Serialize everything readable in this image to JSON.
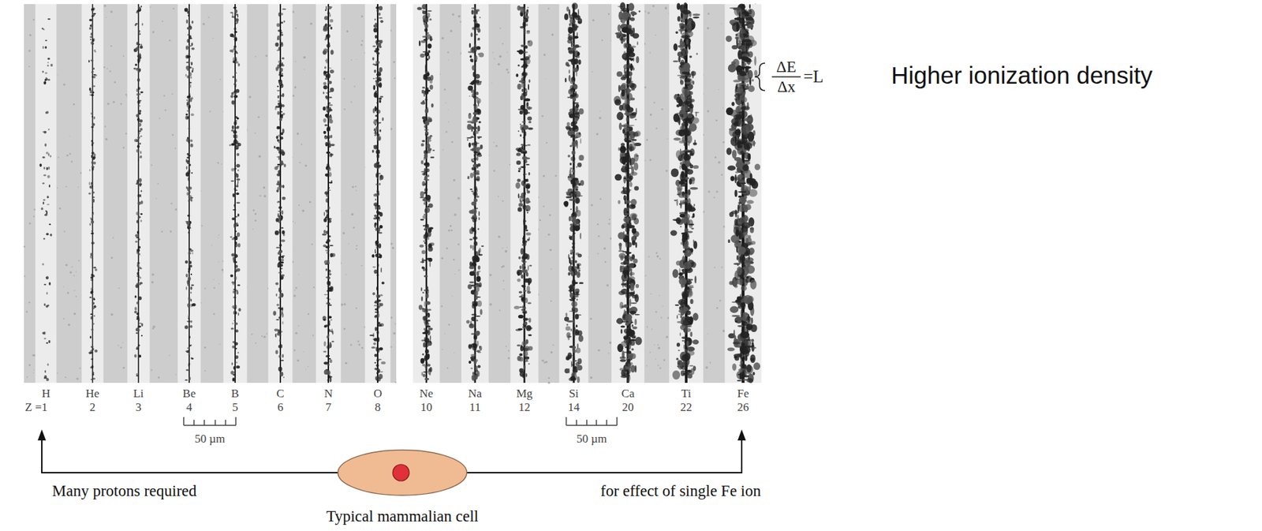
{
  "diagram": {
    "nodes": [
      {
        "text": [
          "Typical mammalian cell"
        ]
      }
    ],
    "labels": [
      "H",
      "He",
      "Li",
      "Be",
      "B",
      "C",
      "N",
      "O",
      "Ne",
      "Na",
      "Mg",
      "Si",
      "Ca",
      "Ti",
      "Fe",
      "Z =1",
      "2",
      "3",
      "4",
      "5",
      "6",
      "7",
      "8",
      "10",
      "11",
      "12",
      "14",
      "20",
      "22",
      "26",
      "50 µm",
      "50 µm",
      "ΔE",
      "Δx",
      "=L",
      "Higher ionization density",
      "Many protons required",
      "for effect of single Fe ion"
    ]
  }
}
